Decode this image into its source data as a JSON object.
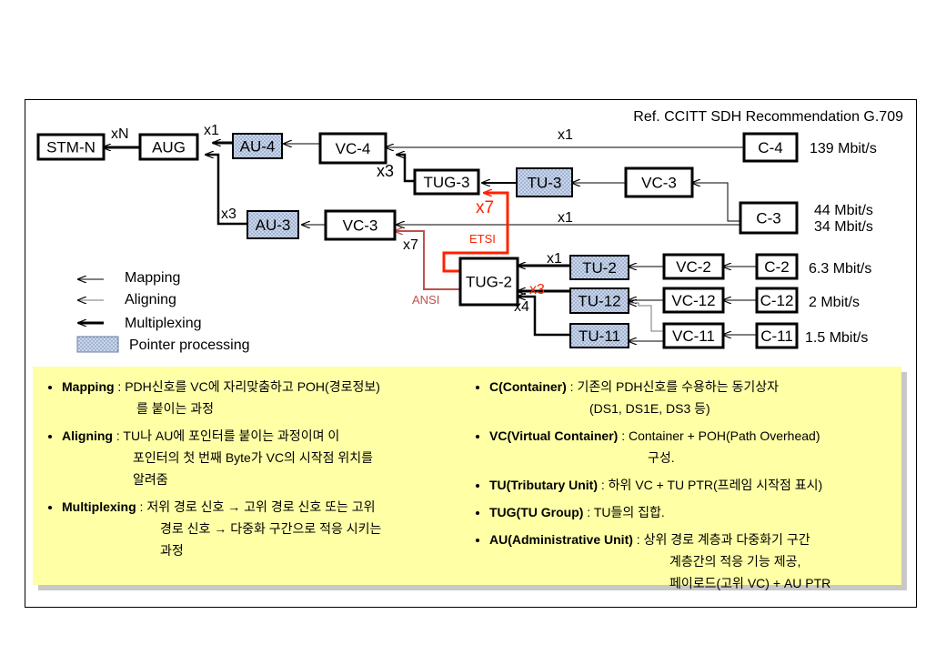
{
  "reference": "Ref. CCITT SDH Recommendation G.709",
  "boxes": {
    "stmn": "STM-N",
    "aug": "AUG",
    "au4": "AU-4",
    "vc4": "VC-4",
    "c4": "C-4",
    "tug3": "TUG-3",
    "tu3": "TU-3",
    "vc3a": "VC-3",
    "c3": "C-3",
    "au3": "AU-3",
    "vc3b": "VC-3",
    "tug2": "TUG-2",
    "tu2": "TU-2",
    "vc2": "VC-2",
    "c2": "C-2",
    "tu12": "TU-12",
    "vc12": "VC-12",
    "c12": "C-12",
    "tu11": "TU-11",
    "vc11": "VC-11",
    "c11": "C-11"
  },
  "multipliers": {
    "xN": "xN",
    "x1_aug": "x1",
    "x3_au3": "x3",
    "x3_tug3": "x3",
    "x1_c4": "x1",
    "x1_c3": "x1",
    "x7_red": "x7",
    "x7_vc3": "x7",
    "x1_tu2": "x1",
    "x3_red": "x3",
    "x4": "x4"
  },
  "path_labels": {
    "etsi": "ETSI",
    "ansi": "ANSI"
  },
  "rates": {
    "c4": "139 Mbit/s",
    "c3_a": "44 Mbit/s",
    "c3_b": "34 Mbit/s",
    "c2": "6.3 Mbit/s",
    "c12": "2 Mbit/s",
    "c11": "1.5 Mbit/s"
  },
  "legend": {
    "mapping": "Mapping",
    "aligning": "Aligning",
    "multiplexing": "Multiplexing",
    "pointer": "Pointer processing"
  },
  "notes_left": [
    {
      "term": "Mapping",
      "sep": " : ",
      "lines": [
        "PDH신호를 VC에 자리맞춤하고 POH(경로정보)",
        "를 붙이는 과정"
      ]
    },
    {
      "term": "Aligning",
      "sep": " : ",
      "lines": [
        "TU나 AU에 포인터를 붙이는 과정이며 이",
        "포인터의 첫 번째 Byte가 VC의 시작점 위치를",
        "알려줌"
      ]
    },
    {
      "term": "Multiplexing",
      "sep": " : ",
      "lines": [
        "저위 경로 신호 → 고위 경로 신호 또는 고위",
        "경로 신호 → 다중화 구간으로 적응 시키는",
        "과정"
      ]
    }
  ],
  "notes_right": [
    {
      "term": "C(Container)",
      "sep": " : ",
      "lines": [
        "기존의 PDH신호를 수용하는 동기상자",
        "(DS1, DS1E, DS3 등)"
      ]
    },
    {
      "term": "VC(Virtual Container)",
      "sep": " : ",
      "lines": [
        "Container + POH(Path Overhead)",
        "구성."
      ]
    },
    {
      "term": "TU(Tributary Unit)",
      "sep": " : ",
      "lines": [
        "하위 VC + TU PTR(프레임 시작점 표시)"
      ]
    },
    {
      "term": "TUG(TU Group)",
      "sep": " : ",
      "lines": [
        "TU들의 집합."
      ]
    },
    {
      "term": "AU(Administrative Unit)",
      "sep": " : ",
      "lines": [
        "상위 경로 계층과 다중화기 구간",
        "계층간의 적응 기능 제공,",
        "페이로드(고위 VC) + AU PTR"
      ]
    }
  ],
  "colors": {
    "multiplex_red": "#ff2200",
    "ansi_path": "#c0504d",
    "pointer_fill": "#c9d7ee",
    "notes_bg": "#ffffa6"
  }
}
